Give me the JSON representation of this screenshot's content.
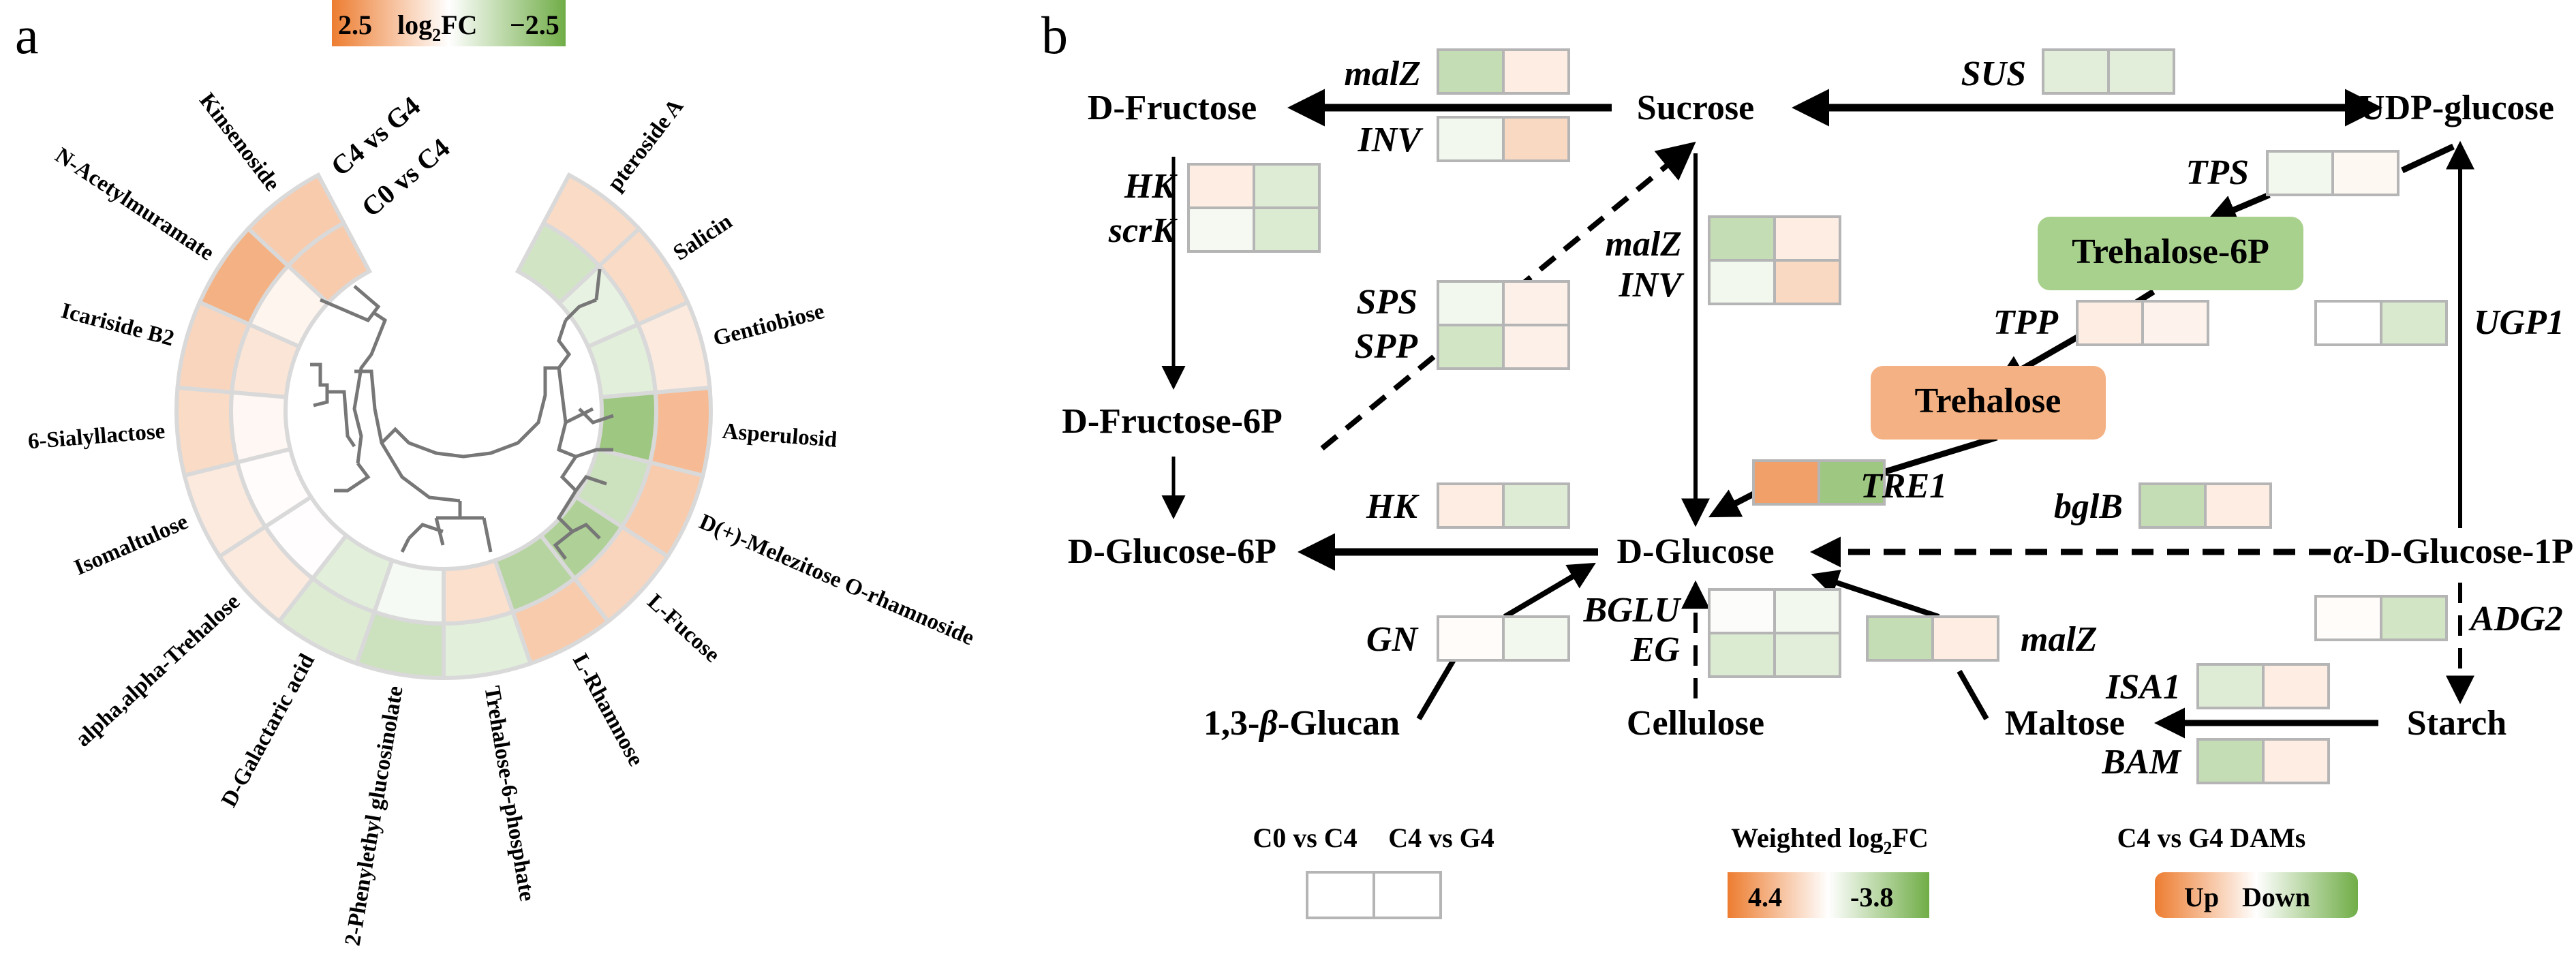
{
  "panels": {
    "a": {
      "letter": "a",
      "colorbar": {
        "max_label": "2.5",
        "title_main": "log",
        "title_sub": "2",
        "title_tail": "FC",
        "min_label": "−2.5",
        "high_color": "#ed7d31",
        "mid_color": "#ffffff",
        "low_color": "#70ad47"
      },
      "ring_labels": {
        "outer": "C4 vs G4",
        "inner": "C0 vs C4"
      }
    },
    "b": {
      "letter": "b"
    }
  },
  "chart_data": {
    "type": "heatmap",
    "title": "Circular heatmap of sugar-related DAMs",
    "layout": "circular",
    "value_range": [
      -2.5,
      2.5
    ],
    "colorbar_label": "log2FC",
    "rings": [
      "C4 vs G4",
      "C0 vs C4"
    ],
    "metabolites": [
      {
        "name": "Kinsenoside",
        "c4_vs_g4": 1.0,
        "c0_vs_c4": 1.0
      },
      {
        "name": "N-Acetylmuramate",
        "c4_vs_g4": 1.5,
        "c0_vs_c4": 0.2
      },
      {
        "name": "Icariside B2",
        "c4_vs_g4": 0.8,
        "c0_vs_c4": 0.5
      },
      {
        "name": "6-Sialyllactose",
        "c4_vs_g4": 0.7,
        "c0_vs_c4": 0.15
      },
      {
        "name": "Isomaltulose",
        "c4_vs_g4": 0.4,
        "c0_vs_c4": 0.05
      },
      {
        "name": "alpha,alpha-Trehalose",
        "c4_vs_g4": 0.4,
        "c0_vs_c4": 0.03
      },
      {
        "name": "D-Galactaric acid",
        "c4_vs_g4": -0.6,
        "c0_vs_c4": -0.5
      },
      {
        "name": "2-Phenylethyl glucosinolate",
        "c4_vs_g4": -0.9,
        "c0_vs_c4": -0.15
      },
      {
        "name": "Trehalose-6-phosphate",
        "c4_vs_g4": -0.5,
        "c0_vs_c4": 0.6
      },
      {
        "name": "L-Rhamnose",
        "c4_vs_g4": 1.0,
        "c0_vs_c4": -1.3
      },
      {
        "name": "L-Fucose",
        "c4_vs_g4": 0.8,
        "c0_vs_c4": -1.4
      },
      {
        "name": "D(+)-Melezitose O-rhamnoside",
        "c4_vs_g4": 1.0,
        "c0_vs_c4": -0.9
      },
      {
        "name": "Asperulosid",
        "c4_vs_g4": 1.3,
        "c0_vs_c4": -1.7
      },
      {
        "name": "Gentiobiose",
        "c4_vs_g4": 0.4,
        "c0_vs_c4": -0.5
      },
      {
        "name": "Salicin",
        "c4_vs_g4": 0.7,
        "c0_vs_c4": -0.4
      },
      {
        "name": "pteroside A",
        "c4_vs_g4": 0.7,
        "c0_vs_c4": -0.8
      }
    ]
  },
  "pathway": {
    "metabolites": {
      "d_fructose": "D-Fructose",
      "sucrose": "Sucrose",
      "udp_glucose": "UDP-glucose",
      "d_fructose_6p": "D-Fructose-6P",
      "d_glucose_6p": "D-Glucose-6P",
      "d_glucose": "D-Glucose",
      "alpha_d_glucose_1p_prefix": "α",
      "alpha_d_glucose_1p_rest": "-D-Glucose-1P",
      "glucan_prefix": "1,3-",
      "glucan_beta": "β",
      "glucan_rest": "-Glucan",
      "cellulose": "Cellulose",
      "maltose": "Maltose",
      "starch": "Starch",
      "trehalose_6p": "Trehalose-6P",
      "trehalose": "Trehalose"
    },
    "highlight_colors": {
      "trehalose_6p": "#a9d18e",
      "trehalose": "#f4b183"
    },
    "genes": {
      "malZ_top": {
        "label": "malZ",
        "values": [
          -1.8,
          0.6
        ]
      },
      "INV_top": {
        "label": "INV",
        "values": [
          -0.4,
          1.3
        ]
      },
      "SUS": {
        "label": "SUS",
        "values": [
          -0.9,
          -0.9
        ]
      },
      "HK_top": {
        "label": "HK",
        "values": [
          0.6,
          -1.0
        ]
      },
      "scrK": {
        "label": "scrK",
        "values": [
          -0.3,
          -1.1
        ]
      },
      "malZ_mid": {
        "label": "malZ",
        "values": [
          -1.8,
          0.6
        ]
      },
      "INV_mid": {
        "label": "INV",
        "values": [
          -0.4,
          1.3
        ]
      },
      "SPS": {
        "label": "SPS",
        "values": [
          -0.4,
          0.5
        ]
      },
      "SPP": {
        "label": "SPP",
        "values": [
          -1.4,
          0.5
        ]
      },
      "TPS": {
        "label": "TPS",
        "values": [
          -0.4,
          0.25
        ]
      },
      "TPP": {
        "label": "TPP",
        "values": [
          0.6,
          0.4
        ]
      },
      "UGP1": {
        "label": "UGP1",
        "values": [
          0.0,
          -1.2
        ]
      },
      "TRE1": {
        "label": "TRE1",
        "values": [
          3.2,
          -3.0
        ]
      },
      "HK_bottom": {
        "label": "HK",
        "values": [
          0.6,
          -1.0
        ]
      },
      "bglB": {
        "label": "bglB",
        "values": [
          -1.8,
          0.6
        ]
      },
      "GN": {
        "label": "GN",
        "values": [
          0.1,
          -0.4
        ]
      },
      "BGLU": {
        "label": "BGLU",
        "values": [
          -0.1,
          -0.4
        ]
      },
      "EG": {
        "label": "EG",
        "values": [
          -1.1,
          -0.9
        ]
      },
      "malZ_bottom": {
        "label": "malZ",
        "values": [
          -1.8,
          0.6
        ]
      },
      "ADG2": {
        "label": "ADG2",
        "values": [
          0.1,
          -1.4
        ]
      },
      "ISA1": {
        "label": "ISA1",
        "values": [
          -1.0,
          0.6
        ]
      },
      "BAM": {
        "label": "BAM",
        "values": [
          -1.8,
          0.6
        ]
      }
    },
    "gene_value_range": [
      -3.8,
      4.4
    ]
  },
  "legends": {
    "comparison": {
      "col1": "C0 vs C4",
      "col2": "C4 vs G4"
    },
    "weighted": {
      "title_main": "Weighted log",
      "title_sub": "2",
      "title_tail": "FC",
      "max_label": "4.4",
      "min_label": "-3.8"
    },
    "dams": {
      "title": "C4 vs G4 DAMs",
      "up": "Up",
      "down": "Down"
    }
  }
}
